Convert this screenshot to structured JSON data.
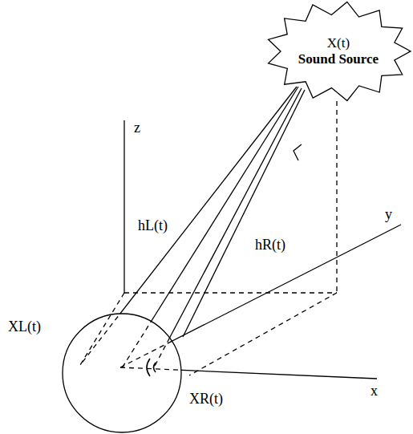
{
  "diagram": {
    "nodes": [
      {
        "text": [
          "X(t)",
          "Sound Source"
        ]
      }
    ],
    "labels": [
      "z",
      "y",
      "hL(t)",
      "hR(t)",
      "XL(t)",
      "x",
      "XR(t)"
    ]
  }
}
